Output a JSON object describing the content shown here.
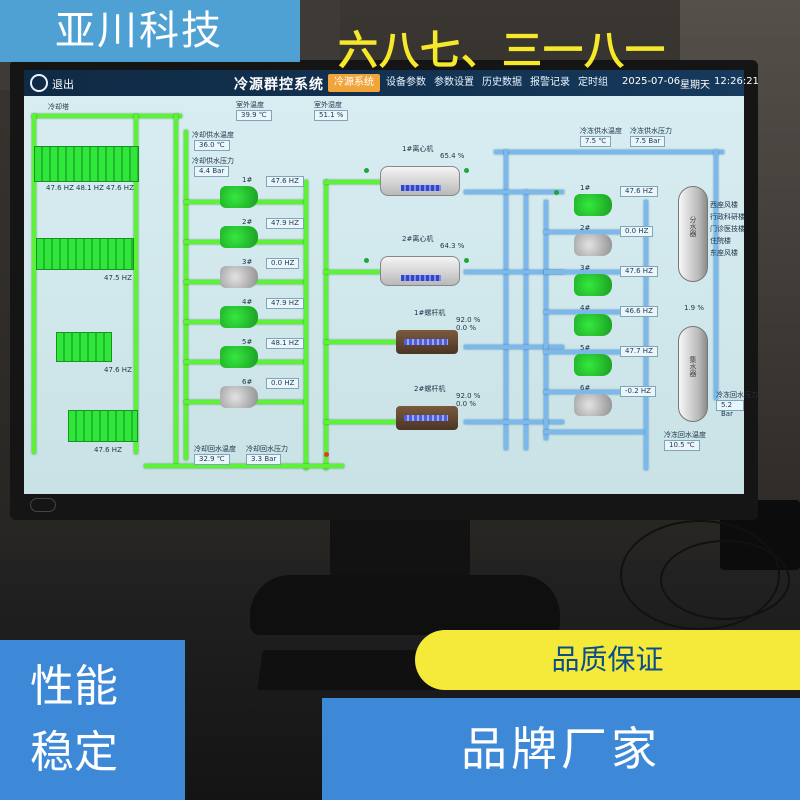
{
  "overlay": {
    "brand": "亚川科技",
    "slogan": "六八七、三一八一",
    "feature_line1": "性能",
    "feature_line2": "稳定",
    "quality_pill": "品质保证",
    "brand_band": "品牌厂家"
  },
  "header": {
    "exit_label": "退出",
    "system_title": "冷源群控系统",
    "tabs": [
      "冷源系统",
      "设备参数",
      "参数设置",
      "历史数据",
      "报警记录",
      "定时组"
    ],
    "active_tab": "冷源系统",
    "date": "2025-07-06",
    "weekday": "星期天",
    "time": "12:26:21"
  },
  "left_panel": {
    "cooling_tower_label": "冷却塔",
    "tower_freqs": [
      "47.6 HZ",
      "48.1 HZ",
      "47.6 HZ"
    ],
    "tower_freq_row2": "47.5 HZ",
    "tower_freq_row3": "47.6 HZ",
    "tower_freq_row4": "47.6 HZ",
    "supply_temp_label": "冷却供水温度",
    "supply_temp": "36.0 ℃",
    "supply_pressure_label": "冷却供水压力",
    "supply_pressure": "4.4 Bar",
    "return_temp_label": "冷却回水温度",
    "return_temp": "32.9 ℃",
    "return_pressure_label": "冷却回水压力",
    "return_pressure": "3.3 Bar"
  },
  "top_readings": {
    "temp1_label": "室外温度",
    "temp1": "39.9 ℃",
    "humid_label": "室外湿度",
    "humid": "51.1 %"
  },
  "cooling_pumps": [
    {
      "id": "1#",
      "freq": "47.6 HZ"
    },
    {
      "id": "2#",
      "freq": "47.9 HZ"
    },
    {
      "id": "3#",
      "freq": "0.0 HZ"
    },
    {
      "id": "4#",
      "freq": "47.9 HZ"
    },
    {
      "id": "5#",
      "freq": "48.1 HZ"
    },
    {
      "id": "6#",
      "freq": "0.0 HZ"
    }
  ],
  "chillers": [
    {
      "name": "1#离心机",
      "load": "65.4 %"
    },
    {
      "name": "2#离心机",
      "load": "64.3 %"
    },
    {
      "name": "1#螺杆机",
      "load": "92.0 %",
      "load2": "0.0 %"
    },
    {
      "name": "2#螺杆机",
      "load": "92.0 %",
      "load2": "0.0 %"
    }
  ],
  "chilled_side": {
    "supply_temp_label": "冷冻供水温度",
    "supply_temp": "7.5 ℃",
    "supply_pressure_label": "冷冻供水压力",
    "supply_pressure": "7.5 Bar",
    "return_temp_label": "冷冻回水温度",
    "return_temp": "10.5 ℃",
    "return_pressure_label": "冷冻回水压力",
    "return_pressure": "5.2 Bar",
    "bypass": "1.9 %"
  },
  "chilled_pumps": [
    {
      "id": "1#",
      "freq": "47.6 HZ"
    },
    {
      "id": "2#",
      "freq": "0.0 HZ"
    },
    {
      "id": "3#",
      "freq": "47.6 HZ"
    },
    {
      "id": "4#",
      "freq": "46.6 HZ"
    },
    {
      "id": "5#",
      "freq": "47.7 HZ"
    },
    {
      "id": "6#",
      "freq": "-0.2 HZ"
    }
  ],
  "manifold": {
    "supply_label": "分水器",
    "return_label": "集水器",
    "branches": [
      "西座风楼",
      "行政科研楼",
      "门诊医技楼",
      "住院楼",
      "东座风楼"
    ]
  }
}
